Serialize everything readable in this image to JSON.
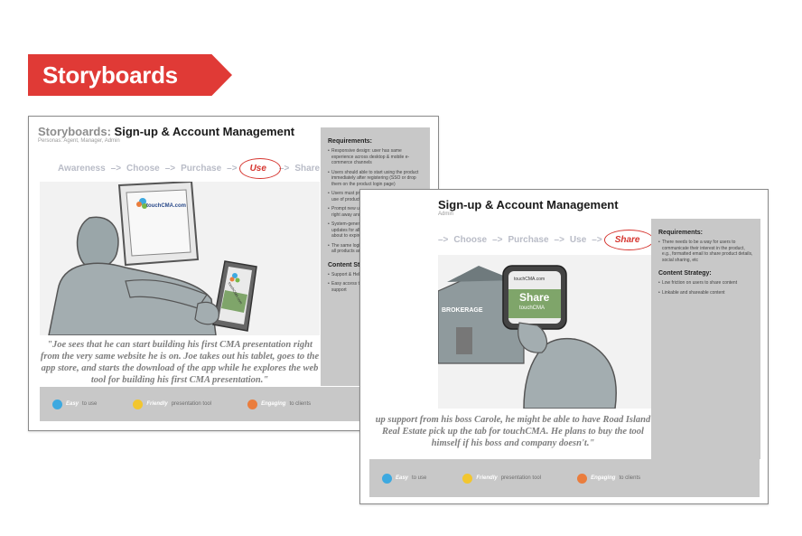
{
  "banner": {
    "title": "Storyboards"
  },
  "colors": {
    "banner": "#e03a36",
    "easy": "#3da9e0",
    "friendly": "#f2c62f",
    "engaging": "#ea7d3d",
    "panel": "#c8c8c8"
  },
  "card1": {
    "title_prefix": "Storyboards:",
    "title": "Sign-up & Account Management",
    "subtitle": "Personas: Agent, Manager, Admin",
    "flow": {
      "s1": "Awareness",
      "a1": "–>",
      "s2": "Choose",
      "a2": "–>",
      "s3": "Purchase",
      "a3": "–>",
      "active": "Use",
      "a4": "–>",
      "s5": "Share"
    },
    "illus": {
      "laptop_label": "touchCMA.com",
      "tablet_label": "touchCMA.com"
    },
    "quote": "\"Joe sees that he can start building his first CMA presentation right from the very same website he is on. Joe takes out his tablet, goes to the app store, and starts the download of the app while he explores the web tool for building his first CMA presentation.\"",
    "requirements_title": "Requirements:",
    "requirements": [
      "Responsive design: user has same experience across desktop & mobile e-commerce channels",
      "Users should able to start using the product immediately after registering (SSO or drop them on the product login page)",
      "Users must provide a valid MLS ID to begin use of product",
      "Prompt new users to download the iPad app right away and complete their profile settings",
      "System-generated notifications and account updates for all users (e.g. \"Your free trial is about to expire\")",
      "The same login credentials should work on all products and account manager"
    ],
    "content_title": "Content Strategy:",
    "content": [
      "Support & Help Content",
      "Easy access to customer and technical support"
    ],
    "footer": {
      "easy": "Easy",
      "easy_rest": "to use",
      "friendly": "Friendly",
      "friendly_rest": "presentation tool",
      "engaging": "Engaging",
      "engaging_rest": "to clients"
    }
  },
  "card2": {
    "title": "Sign-up & Account Management",
    "subtitle": "Admin",
    "flow": {
      "a1": "–>",
      "s2": "Choose",
      "a2": "–>",
      "s3": "Purchase",
      "a3": "–>",
      "s4": "Use",
      "a4": "–>",
      "active": "Share"
    },
    "illus": {
      "building_label": "BROKERAGE",
      "phone_label": "touchCMA.com",
      "share_label": "Share",
      "share_sub": "touchCMA"
    },
    "quote": "up support from his boss Carole, he might be able to have Road Island Real Estate pick up the tab for touchCMA. He plans to buy the tool himself if his boss and company doesn't.\"",
    "requirements_title": "Requirements:",
    "requirements": [
      "There needs to be a way for users to communicate their interest in the product, e.g., formatted email to share product details, social sharing, etc"
    ],
    "content_title": "Content Strategy:",
    "content": [
      "Low friction on users to share content",
      "Linkable and shareable content"
    ],
    "footer": {
      "easy": "Easy",
      "easy_rest": "to use",
      "friendly": "Friendly",
      "friendly_rest": "presentation tool",
      "engaging": "Engaging",
      "engaging_rest": "to clients"
    }
  }
}
